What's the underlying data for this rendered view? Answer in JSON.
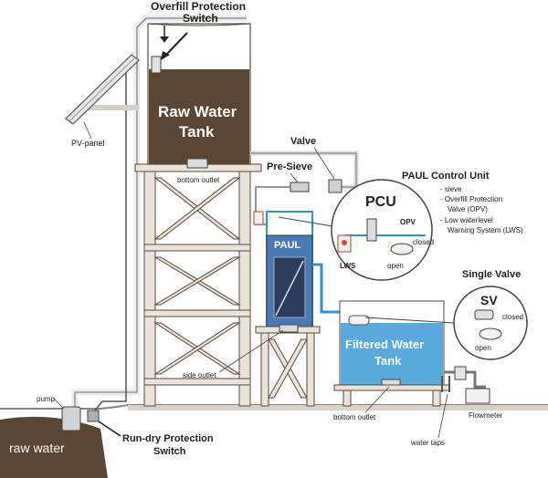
{
  "colors": {
    "raw_water": "#5b4636",
    "filtered_water": "#5aa9dc",
    "pipe_blue": "#3a8fd0",
    "paul_filter": "#4a7ab3",
    "wood": "#e9e3da",
    "ground": "#b9b2a8",
    "soil": "#5b4636"
  },
  "labels": {
    "overfill_line1": "Overfill Protection",
    "overfill_line2": "Switch",
    "raw_tank_line1": "Raw Water",
    "raw_tank_line2": "Tank",
    "pv_panel": "PV-panel",
    "valve": "Valve",
    "pre_sieve": "Pre-Sieve",
    "bottom_outlet_top": "bottom outlet",
    "paul_control_unit": "PAUL Control Unit",
    "pcu_item1": "- sieve",
    "pcu_item2a": "- Overfill Protection",
    "pcu_item2b": "Valve (OPV)",
    "pcu_item3a": "- Low waterlevel",
    "pcu_item3b": "Warning System (LWS)",
    "pcu": "PCU",
    "opv": "OPV",
    "closed_pcu": "closed",
    "open_pcu": "open",
    "lws": "LWS",
    "paul": "PAUL",
    "single_valve": "Single Valve",
    "sv": "SV",
    "closed_sv": "closed",
    "open_sv": "open",
    "filtered_line1": "Filtered Water",
    "filtered_line2": "Tank",
    "side_outlet": "side outlet",
    "bottom_outlet_bottom": "bottom outlet",
    "flowmeter": "Flowmeter",
    "water_taps": "water taps",
    "pump": "pump",
    "raw_water": "raw water",
    "rundry_line1": "Run-dry Protection",
    "rundry_line2": "Switch"
  }
}
